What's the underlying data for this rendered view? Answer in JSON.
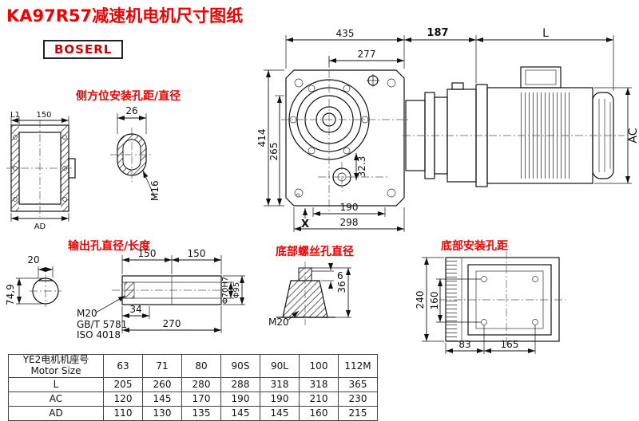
{
  "title": "KA97R57减速机电机尺寸图纸",
  "logo": {
    "text": "BOSERL"
  },
  "colors": {
    "accent": "#ee0000",
    "line": "#111111"
  },
  "annotations": {
    "side_mount_label": "侧方位安装孔距/直径",
    "output_hole_label": "输出孔直径/长度",
    "bottom_screw_label": "底部螺丝孔直径",
    "bottom_mount_label": "底部安装孔距"
  },
  "views": {
    "flange_left": {
      "l1": "L1",
      "w150": "150",
      "ad": "AD"
    },
    "side_hole": {
      "w26": "26",
      "m16": "M16"
    },
    "main": {
      "w435": "435",
      "w277": "277",
      "h414": "414",
      "h265": "265",
      "a323": "32.3",
      "w190": "190",
      "w298": "298",
      "x": "X"
    },
    "motor": {
      "w187": "187",
      "l": "L",
      "ac": "AC"
    },
    "output_shaft": {
      "d20": "20",
      "len150a": "150",
      "len150b": "150",
      "h749": "74,9",
      "m20": "M20",
      "gbt": "GB/T 5781",
      "iso": "ISO 4018",
      "d34": "34",
      "len270": "270",
      "phi70": "Φ70H7",
      "phi95": "Φ95"
    },
    "bottom_screw": {
      "d6": "6",
      "h36": "36",
      "m20": "M20"
    },
    "bottom_mount": {
      "h240": "240",
      "h160": "160",
      "w83": "83",
      "w165": "165"
    }
  },
  "table": {
    "header_cn": "YE2电机机座号",
    "header_en": "Motor Size",
    "columns": [
      "63",
      "71",
      "80",
      "90S",
      "90L",
      "100",
      "112M"
    ],
    "rows": [
      {
        "label": "L",
        "values": [
          "205",
          "260",
          "280",
          "288",
          "318",
          "318",
          "365"
        ]
      },
      {
        "label": "AC",
        "values": [
          "120",
          "145",
          "170",
          "190",
          "190",
          "210",
          "230"
        ]
      },
      {
        "label": "AD",
        "values": [
          "110",
          "130",
          "135",
          "145",
          "145",
          "160",
          "215"
        ]
      }
    ]
  }
}
